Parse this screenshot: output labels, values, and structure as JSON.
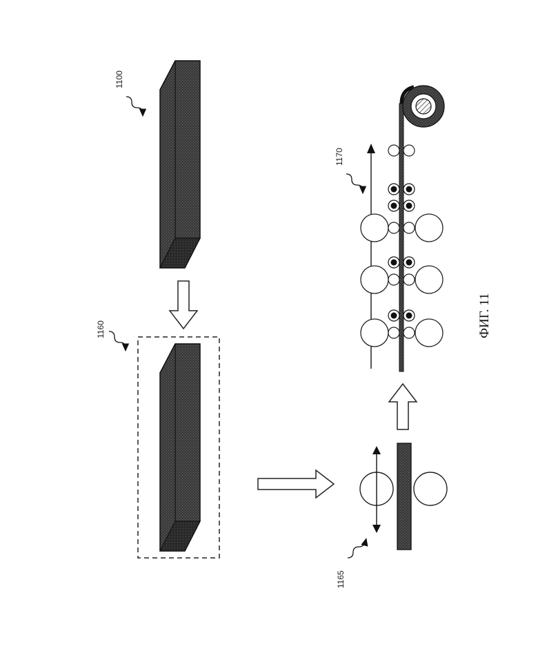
{
  "labels": {
    "ingot": "1100",
    "heated_ingot": "1160",
    "rough_rolling": "1165",
    "finish_rolling": "1170"
  },
  "figure_caption": "ФИГ. 11"
}
